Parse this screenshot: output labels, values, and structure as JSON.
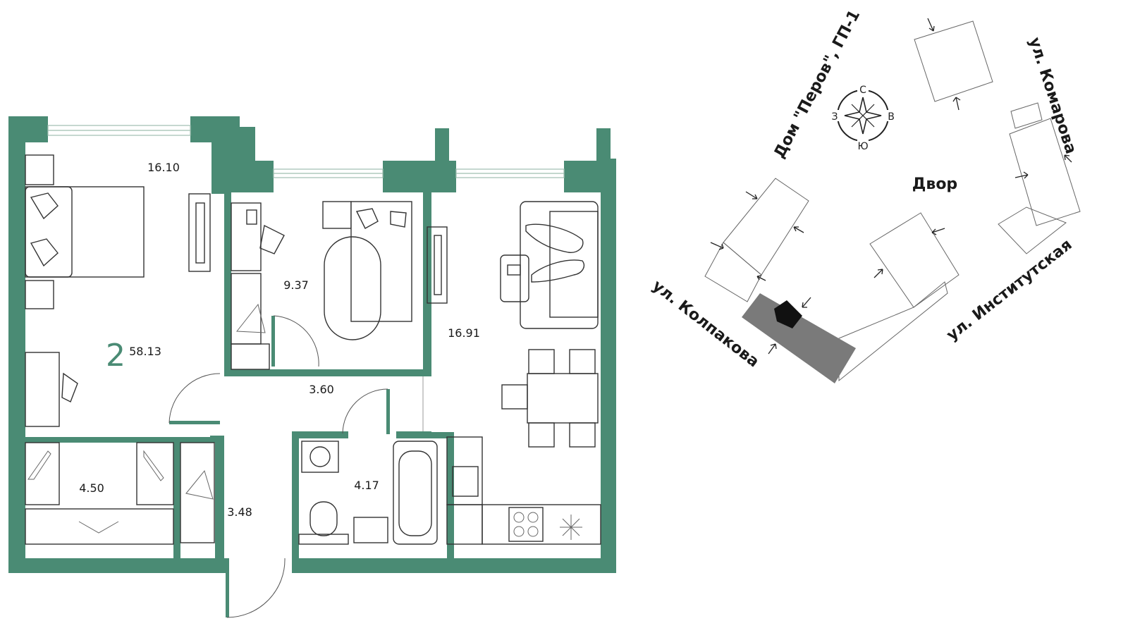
{
  "colors": {
    "wall": "#4a8b74",
    "door_leaf": "#4a8b74",
    "highlight": "#7a7a7a",
    "window": "#cfe3da"
  },
  "apartment": {
    "rooms_count": "2",
    "total_area": "58.13"
  },
  "rooms": [
    {
      "id": "bedroom",
      "area": "16.10"
    },
    {
      "id": "children",
      "area": "9.37"
    },
    {
      "id": "living-kitchen",
      "area": "16.91"
    },
    {
      "id": "hall",
      "area": "3.60"
    },
    {
      "id": "wardrobe",
      "area": "4.50"
    },
    {
      "id": "entrance",
      "area": "3.48"
    },
    {
      "id": "bathroom",
      "area": "4.17"
    }
  ],
  "site_plan": {
    "building_label": "Дом \"Перов\", ГП-1",
    "courtyard": "Двор",
    "streets": {
      "komarova": "ул. Комарова",
      "institutskaya": "ул. Институтская",
      "kolpakova": "ул. Колпакова"
    },
    "compass": {
      "north": "С",
      "south": "Ю",
      "east": "В",
      "west": "З"
    }
  }
}
